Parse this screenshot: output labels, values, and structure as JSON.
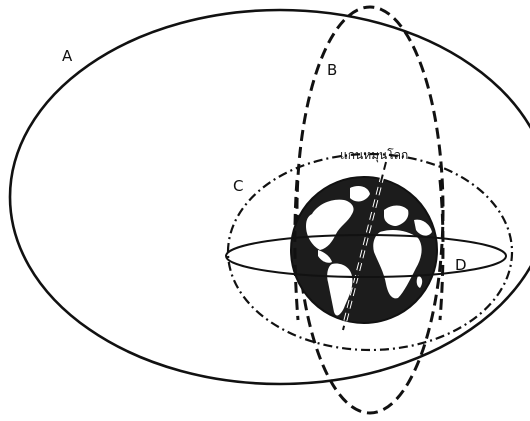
{
  "orbits": [
    {
      "id": "A",
      "label": "A",
      "style": "solid"
    },
    {
      "id": "B",
      "label": "B",
      "style": "dashed"
    },
    {
      "id": "C",
      "label": "C",
      "style": "dash-dot"
    },
    {
      "id": "D",
      "label": "D",
      "style": "solid"
    }
  ],
  "earth": {
    "axis_label": "แกนหมุนโลก"
  },
  "colors": {
    "line": "#111111",
    "ocean": "#1c1c1c",
    "land": "#ffffff",
    "background": "#ffffff"
  }
}
